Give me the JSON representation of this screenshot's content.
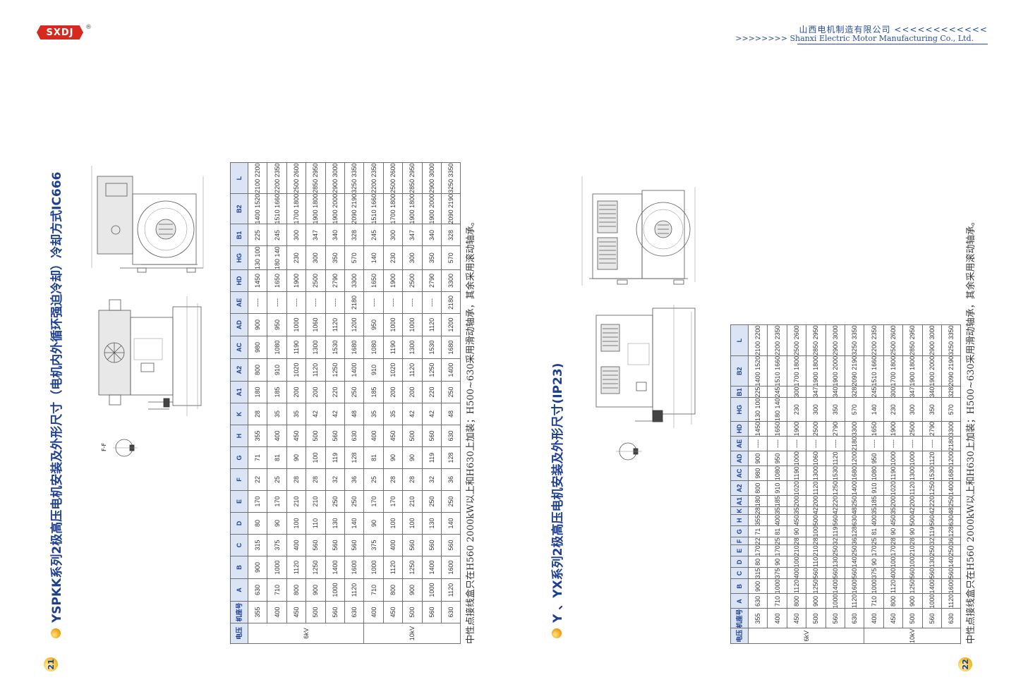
{
  "brand": {
    "logo": "SXDJ",
    "reg": "®"
  },
  "company": {
    "cn": "山西电机制造有限公司 <<<<<<<<<<<<",
    "en": ">>>>>>>> Shanxi Electric Motor Manufacturing Co., Ltd."
  },
  "pages": [
    {
      "title": "YSPKK系列2极高压电机安装及外形尺寸（电机内外循环强迫冷却）冷却方式IC666",
      "page_number": "21",
      "note": "中性点接线盒只在H560 2000kW以上和H630上加装；H500~630采用滑动轴承，其余采用滚动轴承。"
    },
    {
      "title": "Y 、YX系列2极高压电机安装及外形尺寸(IP23)",
      "page_number": "22",
      "note": "中性点接线盒只在H560 2000kW以上和H630上加装；H500~630采用滑动轴承，其余采用滚动轴承。"
    }
  ],
  "drawing_labels": {
    "section": "F-F"
  },
  "table": {
    "headers": [
      "电压",
      "机座号",
      "A",
      "B",
      "C",
      "D",
      "E",
      "F",
      "G",
      "H",
      "K",
      "A1",
      "A2",
      "AC",
      "AD",
      "AE",
      "HD",
      "HG",
      "B1",
      "B2",
      "L"
    ],
    "voltage_groups": [
      {
        "label": "6kV",
        "rows": [
          [
            "355",
            "630",
            "900",
            "315",
            "80",
            "170",
            "22",
            "71",
            "355",
            "28",
            "180",
            "800",
            "980",
            "900",
            "----",
            "1450",
            "130 100",
            "225",
            "1400 1520",
            "2100 2200"
          ],
          [
            "400",
            "710",
            "1000",
            "375",
            "90",
            "170",
            "25",
            "81",
            "400",
            "35",
            "185",
            "910",
            "1080",
            "950",
            "----",
            "1650",
            "180 140",
            "245",
            "1510 1660",
            "2200 2350"
          ],
          [
            "450",
            "800",
            "1120",
            "400",
            "100",
            "210",
            "28",
            "90",
            "450",
            "35",
            "200",
            "1020",
            "1190",
            "1000",
            "----",
            "1900",
            "230",
            "300",
            "1700 1800",
            "2500 2600"
          ],
          [
            "500",
            "900",
            "1250",
            "560",
            "110",
            "210",
            "28",
            "100",
            "500",
            "42",
            "200",
            "1120",
            "1300",
            "1060",
            "----",
            "2500",
            "300",
            "347",
            "1900 1800",
            "2850 2950"
          ],
          [
            "560",
            "1000",
            "1400",
            "560",
            "130",
            "250",
            "32",
            "119",
            "560",
            "42",
            "220",
            "1250",
            "1530",
            "1120",
            "----",
            "2790",
            "350",
            "340",
            "1900 2000",
            "2900 3000"
          ],
          [
            "630",
            "1120",
            "1600",
            "560",
            "140",
            "250",
            "36",
            "128",
            "630",
            "48",
            "250",
            "1400",
            "1680",
            "1200",
            "2180",
            "3300",
            "570",
            "328",
            "2090 2190",
            "3250 3350"
          ]
        ]
      },
      {
        "label": "10kV",
        "rows": [
          [
            "400",
            "710",
            "1000",
            "375",
            "90",
            "170",
            "25",
            "81",
            "400",
            "35",
            "185",
            "910",
            "1080",
            "950",
            "----",
            "1650",
            "140",
            "245",
            "1510 1660",
            "2200 2350"
          ],
          [
            "450",
            "800",
            "1120",
            "400",
            "100",
            "170",
            "28",
            "90",
            "450",
            "35",
            "200",
            "1020",
            "1190",
            "1000",
            "----",
            "1900",
            "230",
            "300",
            "1700 1800",
            "2500 2600"
          ],
          [
            "500",
            "900",
            "1250",
            "560",
            "100",
            "210",
            "28",
            "90",
            "500",
            "42",
            "200",
            "1120",
            "1300",
            "1000",
            "----",
            "2500",
            "300",
            "347",
            "1900 1800",
            "2850 2950"
          ],
          [
            "560",
            "1000",
            "1400",
            "560",
            "130",
            "250",
            "32",
            "119",
            "560",
            "42",
            "220",
            "1250",
            "1530",
            "1120",
            "----",
            "2790",
            "350",
            "340",
            "1900 2000",
            "2900 3000"
          ],
          [
            "630",
            "1120",
            "1600",
            "560",
            "140",
            "250",
            "36",
            "128",
            "630",
            "48",
            "250",
            "1400",
            "1680",
            "1200",
            "2180",
            "3300",
            "570",
            "328",
            "2090 2190",
            "3250 3350"
          ]
        ]
      }
    ]
  }
}
